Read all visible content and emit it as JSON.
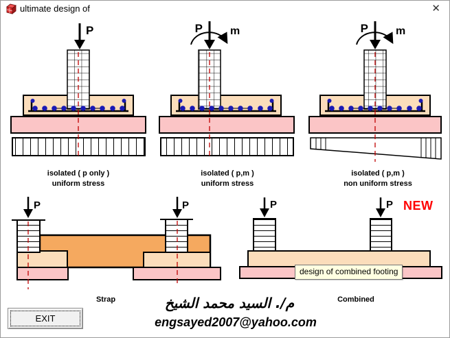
{
  "window": {
    "title": "ultimate design of",
    "close_glyph": "✕"
  },
  "diagrams": {
    "isolated_p": {
      "load": "P",
      "caption1": "isolated ( p only )",
      "caption2": "uniform stress"
    },
    "isolated_pm_uniform": {
      "load": "P",
      "moment": "m",
      "caption1": "isolated ( p,m )",
      "caption2": "uniform stress"
    },
    "isolated_pm_nonuniform": {
      "load": "P",
      "moment": "m",
      "caption1": "isolated ( p,m )",
      "caption2": "non uniform stress"
    },
    "strap": {
      "load_left": "P",
      "load_right": "P",
      "caption": "Strap"
    },
    "combined": {
      "load_left": "P",
      "load_right": "P",
      "caption": "Combined",
      "badge": "NEW",
      "tooltip": "design of combined footing"
    }
  },
  "footer": {
    "author": "م/. السيد محمد الشيخ",
    "email": "engsayed2007@yahoo.com",
    "exit": "EXIT"
  },
  "colors": {
    "footing": "#fbddbb",
    "soil_pink": "#fbc5c6",
    "strap_beam": "#f5a95f",
    "rebar_dot": "#1a1ab4",
    "centerline_red": "#c00000",
    "badge_red": "#ff0000",
    "tooltip_bg": "#ffffe1"
  }
}
